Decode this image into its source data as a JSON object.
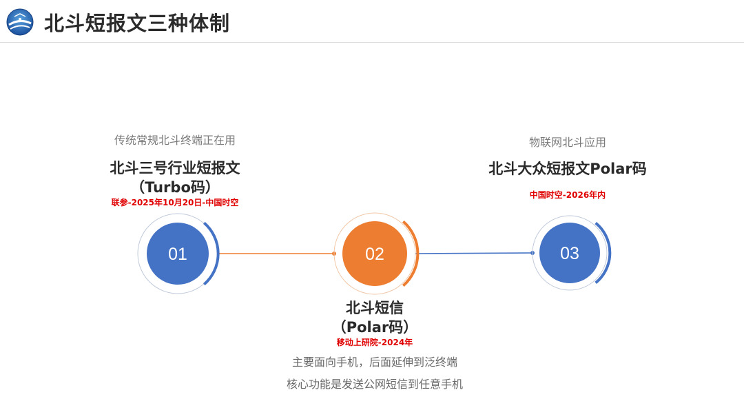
{
  "header": {
    "title": "北斗短报文三种体制"
  },
  "diagram": {
    "colors": {
      "blue": "#4472c4",
      "orange": "#ed7d31",
      "ring": "#bfc9da"
    },
    "nodes": [
      {
        "number": "01",
        "caption": "传统常规北斗终端正在用",
        "heading_line1": "北斗三号行业短报文",
        "heading_line2": "（Turbo码）",
        "note": "联参-2025年10月20日-中国时空",
        "color": "blue"
      },
      {
        "number": "02",
        "heading_line1": "北斗短信",
        "heading_line2": "（Polar码）",
        "note": "移动上研院-2024年",
        "desc_line1": "主要面向手机，后面延伸到泛终端",
        "desc_line2": "核心功能是发送公网短信到任意手机",
        "color": "orange"
      },
      {
        "number": "03",
        "caption": "物联网北斗应用",
        "heading_line1": "北斗大众短报文Polar码",
        "note": "中国时空-2026年内",
        "color": "blue"
      }
    ]
  }
}
